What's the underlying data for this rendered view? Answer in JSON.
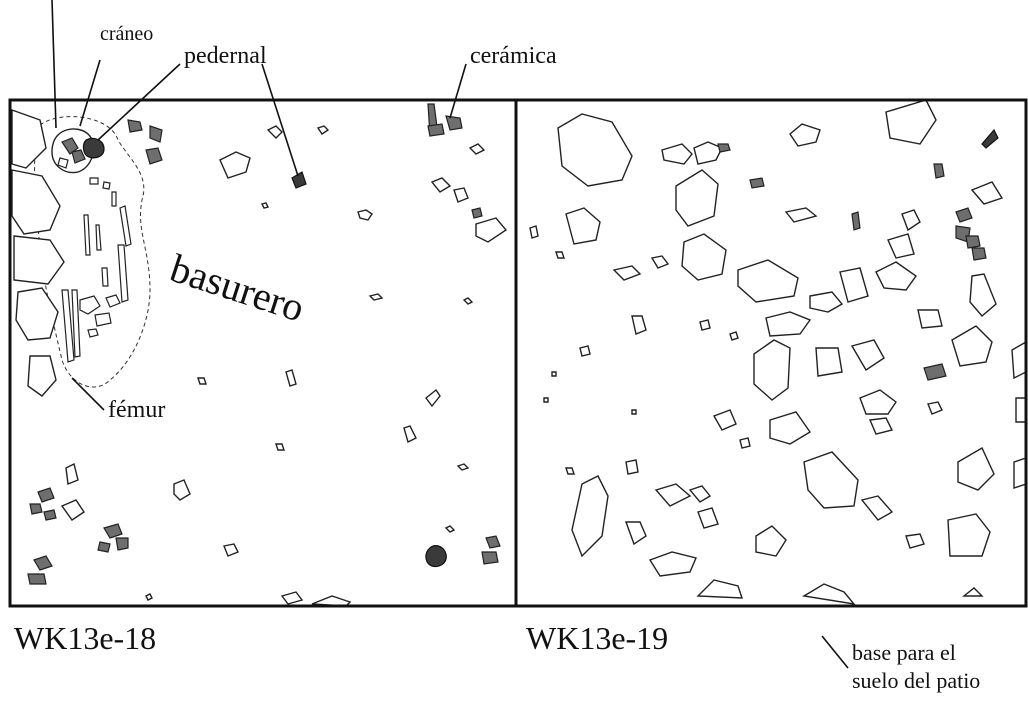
{
  "labels": {
    "craneo": "cráneo",
    "pedernal": "pedernal",
    "ceramica": "cerámica",
    "basurero": "basurero",
    "femur": "fémur",
    "unit_left": "WK13e-18",
    "unit_right": "WK13e-19",
    "base_line1": "base para el",
    "base_line2": "suelo del patio"
  },
  "colors": {
    "outline": "#111111",
    "ceramic_fill": "#6e6e6e",
    "flint_fill": "#3a3a3a",
    "background": "#ffffff"
  }
}
